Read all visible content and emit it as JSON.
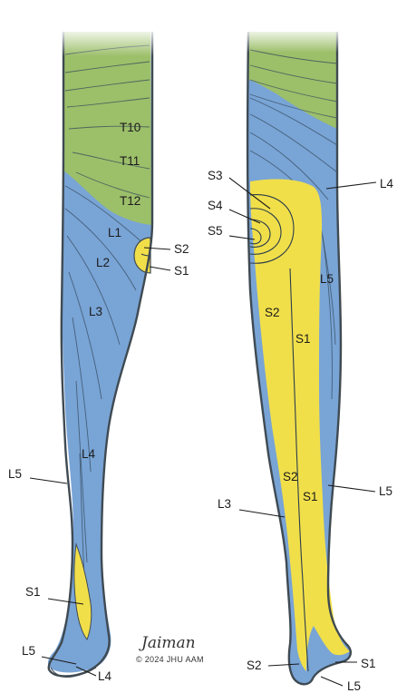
{
  "colors": {
    "thoracic_green": "#9cbf6a",
    "lumbar_blue": "#79a4d6",
    "sacral_yellow": "#f1df4a",
    "outline": "#3f4a52"
  },
  "anterior": {
    "labels": {
      "t10": "T10",
      "t11": "T11",
      "t12": "T12",
      "l1": "L1",
      "l2": "L2",
      "l3": "L3",
      "l4": "L4",
      "l5": "L5",
      "s1_hip": "S1",
      "s2_hip": "S2",
      "s1_ankle": "S1",
      "l5_foot": "L5",
      "l4_foot": "L4"
    }
  },
  "posterior": {
    "labels": {
      "s3": "S3",
      "s4": "S4",
      "s5": "S5",
      "l4": "L4",
      "l5_thigh": "L5",
      "s2_thigh": "S2",
      "s1_thigh": "S1",
      "s2_calf": "S2",
      "s1_calf": "S1",
      "l3_calf": "L3",
      "l5_calf": "L5",
      "s2_heel": "S2",
      "s1_foot": "S1",
      "l5_foot": "L5"
    }
  },
  "signature": {
    "name": "Jaiman",
    "copyright": "© 2024 JHU AAM"
  }
}
